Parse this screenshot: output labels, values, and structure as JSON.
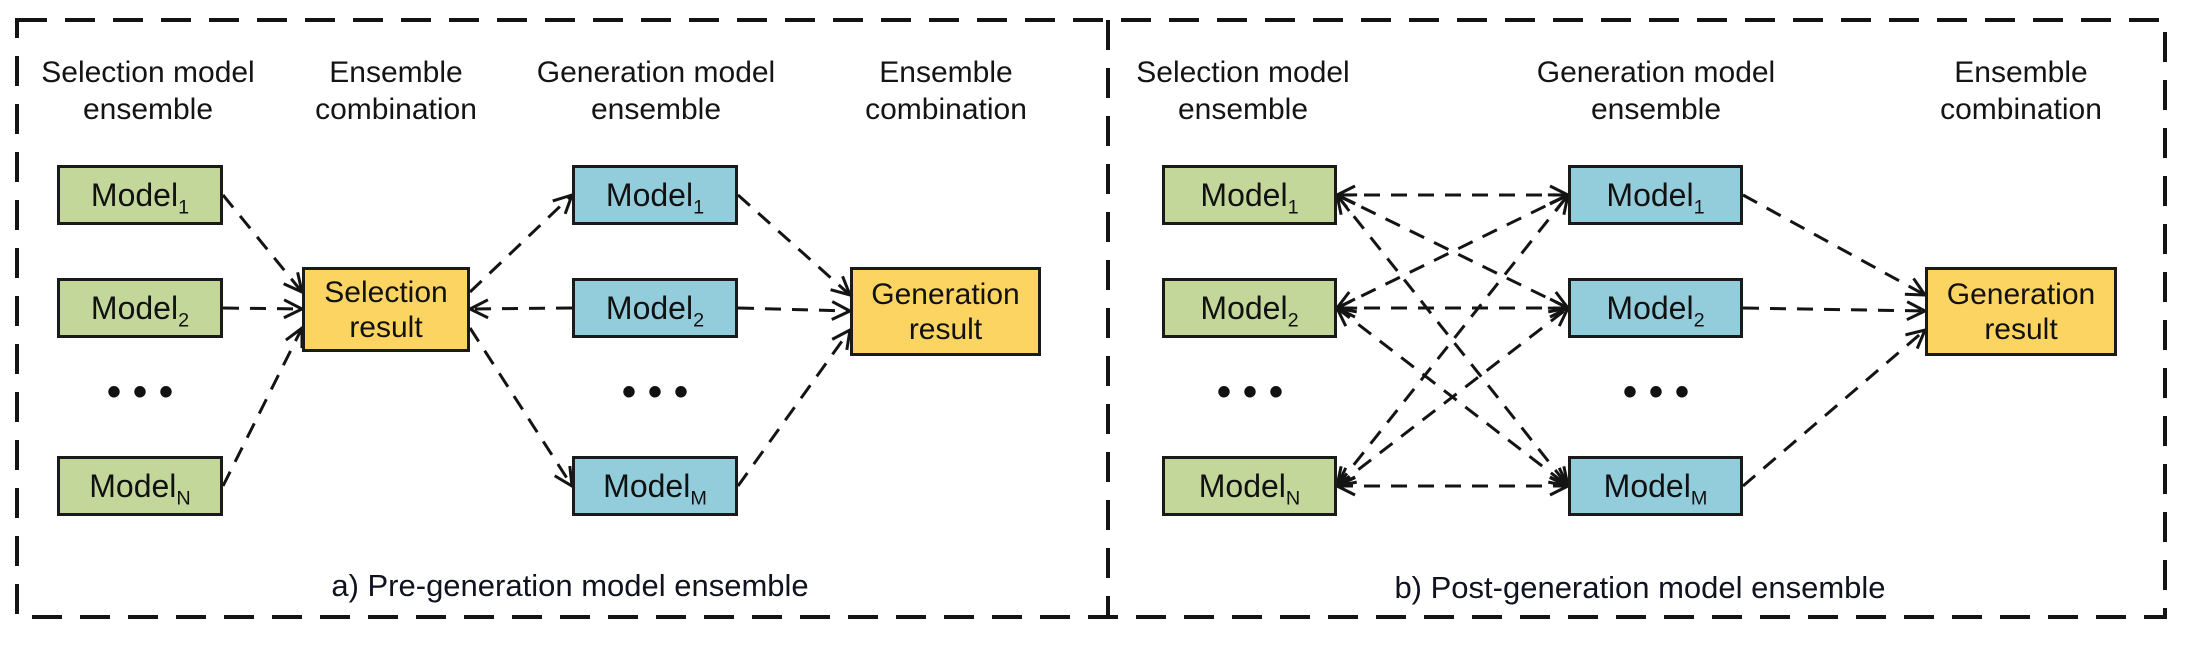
{
  "colors": {
    "selection_box": "#c4d79b",
    "generation_box": "#93cddc",
    "result_box": "#fcd462",
    "line": "#141414"
  },
  "figure": {
    "panel_a": {
      "caption": "a) Pre-generation model ensemble",
      "selection_header_line1": "Selection model",
      "selection_header_line2": "ensemble",
      "combination1_header_line1": "Ensemble",
      "combination1_header_line2": "combination",
      "generation_header_line1": "Generation model",
      "generation_header_line2": "ensemble",
      "combination2_header_line1": "Ensemble",
      "combination2_header_line2": "combination",
      "selection_models": [
        {
          "base": "Model",
          "sub": "1"
        },
        {
          "base": "Model",
          "sub": "2"
        },
        {
          "base": "Model",
          "sub": "N"
        }
      ],
      "generation_models": [
        {
          "base": "Model",
          "sub": "1"
        },
        {
          "base": "Model",
          "sub": "2"
        },
        {
          "base": "Model",
          "sub": "M"
        }
      ],
      "selection_result_line1": "Selection",
      "selection_result_line2": "result",
      "generation_result_line1": "Generation",
      "generation_result_line2": "result",
      "ellipsis": "•••"
    },
    "panel_b": {
      "caption": "b) Post-generation model ensemble",
      "selection_header_line1": "Selection model",
      "selection_header_line2": "ensemble",
      "generation_header_line1": "Generation model",
      "generation_header_line2": "ensemble",
      "combination_header_line1": "Ensemble",
      "combination_header_line2": "combination",
      "selection_models": [
        {
          "base": "Model",
          "sub": "1"
        },
        {
          "base": "Model",
          "sub": "2"
        },
        {
          "base": "Model",
          "sub": "N"
        }
      ],
      "generation_models": [
        {
          "base": "Model",
          "sub": "1"
        },
        {
          "base": "Model",
          "sub": "2"
        },
        {
          "base": "Model",
          "sub": "M"
        }
      ],
      "generation_result_line1": "Generation",
      "generation_result_line2": "result",
      "ellipsis": "•••"
    }
  }
}
